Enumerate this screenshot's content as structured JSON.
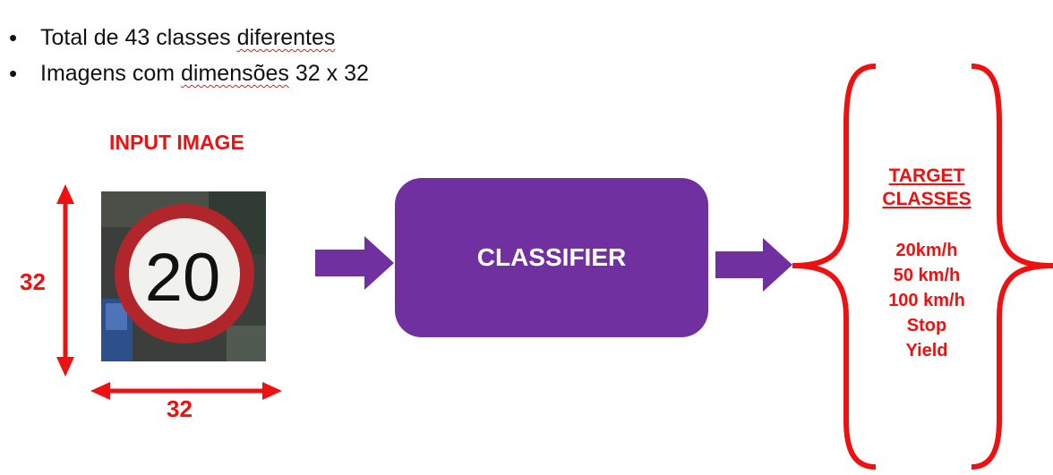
{
  "bullets": [
    {
      "before": "Total de 43 classes ",
      "underlined": "diferentes",
      "after": ""
    },
    {
      "before": "Imagens com ",
      "underlined": "dimensões",
      "after": " 32 x 32"
    }
  ],
  "input_image": {
    "title": "INPUT IMAGE",
    "height_label": "32",
    "width_label": "32",
    "sign_text": "20"
  },
  "classifier": {
    "label": "CLASSIFIER"
  },
  "target": {
    "heading_line1": "TARGET",
    "heading_line2": "CLASSES",
    "classes": [
      "20km/h",
      "50 km/h",
      "100 km/h",
      "Stop",
      "Yield"
    ]
  },
  "colors": {
    "accent_red": "#ee1111",
    "classifier_purple": "#7030a0",
    "arrow_purple": "#7030a0",
    "text": "#111111"
  }
}
